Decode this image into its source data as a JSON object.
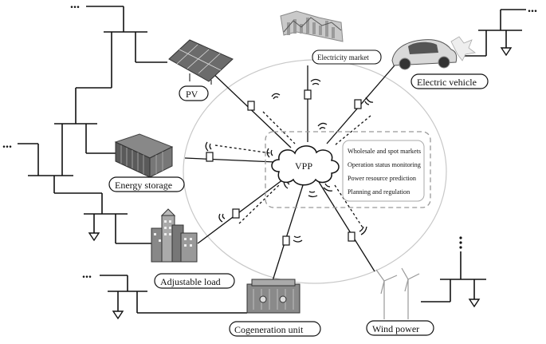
{
  "vpp": {
    "label": "VPP",
    "functions": [
      "Wholesale and spot markets",
      "Operation status monitoring",
      "Power resource prediction",
      "Planning and regulation"
    ]
  },
  "nodes": {
    "pv": "PV",
    "electricity_market": "Electricity market",
    "electric_vehicle": "Electric vehicle",
    "energy_storage": "Energy storage",
    "adjustable_load": "Adjustable load",
    "cogeneration_unit": "Cogeneration unit",
    "wind_power": "Wind power"
  },
  "continuation": "..."
}
